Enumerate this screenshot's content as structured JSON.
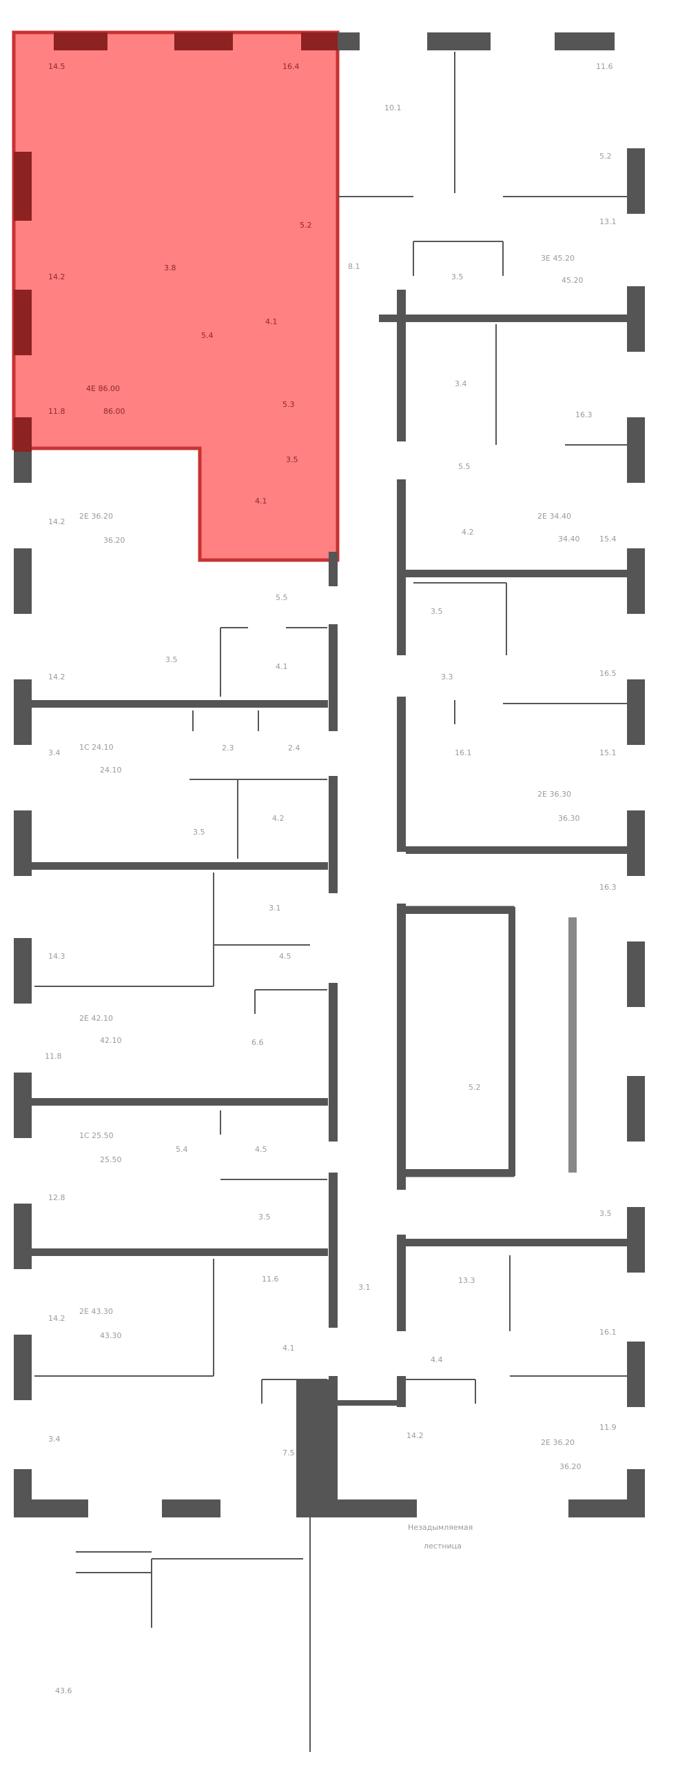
{
  "plan": {
    "highlight_color": "#ff7b7b",
    "highlight_border": "#c62828",
    "wall_color": "#555555",
    "rooms": [
      {
        "id": "r01",
        "text": "14.5"
      },
      {
        "id": "r02",
        "text": "16.4"
      },
      {
        "id": "r03",
        "text": "10.1"
      },
      {
        "id": "r04",
        "text": "3.8"
      },
      {
        "id": "r05",
        "text": "5.2"
      },
      {
        "id": "r06",
        "text": "5.4"
      },
      {
        "id": "r07",
        "text": "4.1"
      },
      {
        "id": "r08",
        "text": "5.3"
      },
      {
        "id": "r09",
        "text": "3.5"
      },
      {
        "id": "r10",
        "text": "4.1"
      },
      {
        "id": "r11",
        "text": "14.2"
      },
      {
        "id": "r12",
        "text": "8.1"
      },
      {
        "id": "r13",
        "text": "11.8"
      },
      {
        "id": "r14",
        "text": "11.6"
      },
      {
        "id": "r15",
        "text": "5.2"
      },
      {
        "id": "r16",
        "text": "13.1"
      },
      {
        "id": "r17",
        "text": "3.5"
      },
      {
        "id": "r18",
        "text": "3.4"
      },
      {
        "id": "r19",
        "text": "16.3"
      },
      {
        "id": "r20",
        "text": "5.5"
      },
      {
        "id": "r21",
        "text": "4.2"
      },
      {
        "id": "r22",
        "text": "15.4"
      },
      {
        "id": "r23",
        "text": "14.2"
      },
      {
        "id": "r24",
        "text": "5.5"
      },
      {
        "id": "r25",
        "text": "3.5"
      },
      {
        "id": "r26",
        "text": "3.5"
      },
      {
        "id": "r27",
        "text": "4.1"
      },
      {
        "id": "r28",
        "text": "3.3"
      },
      {
        "id": "r29",
        "text": "16.5"
      },
      {
        "id": "r30",
        "text": "14.2"
      },
      {
        "id": "r31",
        "text": "15.1"
      },
      {
        "id": "r32",
        "text": "3.4"
      },
      {
        "id": "r33",
        "text": "2.3"
      },
      {
        "id": "r34",
        "text": "2.4"
      },
      {
        "id": "r35",
        "text": "16.1"
      },
      {
        "id": "r36",
        "text": "3.5"
      },
      {
        "id": "r37",
        "text": "4.2"
      },
      {
        "id": "r38",
        "text": "3.1"
      },
      {
        "id": "r39",
        "text": "16.3"
      },
      {
        "id": "r40",
        "text": "14.3"
      },
      {
        "id": "r41",
        "text": "4.5"
      },
      {
        "id": "r42",
        "text": "6.6"
      },
      {
        "id": "r43",
        "text": "11.8"
      },
      {
        "id": "r44",
        "text": "5.4"
      },
      {
        "id": "r45",
        "text": "4.5"
      },
      {
        "id": "r46",
        "text": "5.2"
      },
      {
        "id": "r47",
        "text": "12.8"
      },
      {
        "id": "r48",
        "text": "3.5"
      },
      {
        "id": "r49",
        "text": "3.5"
      },
      {
        "id": "r50",
        "text": "11.6"
      },
      {
        "id": "r51",
        "text": "3.1"
      },
      {
        "id": "r52",
        "text": "13.3"
      },
      {
        "id": "r53",
        "text": "14.2"
      },
      {
        "id": "r54",
        "text": "16.1"
      },
      {
        "id": "r55",
        "text": "4.1"
      },
      {
        "id": "r56",
        "text": "4.4"
      },
      {
        "id": "r57",
        "text": "11.9"
      },
      {
        "id": "r58",
        "text": "3.4"
      },
      {
        "id": "r59",
        "text": "7.5"
      },
      {
        "id": "r60",
        "text": "14.2"
      },
      {
        "id": "r61",
        "text": "43.6"
      }
    ],
    "flats": [
      {
        "id": "f01",
        "line1": "4Е  86.00",
        "line2": "86.00"
      },
      {
        "id": "f02",
        "line1": "2Е  36.20",
        "line2": "36.20"
      },
      {
        "id": "f03",
        "line1": "3Е  45.20",
        "line2": "45.20"
      },
      {
        "id": "f04",
        "line1": "2Е  34.40",
        "line2": "34.40"
      },
      {
        "id": "f05",
        "line1": "1С  24.10",
        "line2": "24.10"
      },
      {
        "id": "f06",
        "line1": "2Е  36.30",
        "line2": "36.30"
      },
      {
        "id": "f07",
        "line1": "2Е  42.10",
        "line2": "42.10"
      },
      {
        "id": "f08",
        "line1": "1С  25.50",
        "line2": "25.50"
      },
      {
        "id": "f09",
        "line1": "2Е  43.30",
        "line2": "43.30"
      },
      {
        "id": "f10",
        "line1": "2Е  36.20",
        "line2": "36.20"
      }
    ],
    "annotation": {
      "line1": "Незадымляемая",
      "line2": "лестница"
    }
  }
}
